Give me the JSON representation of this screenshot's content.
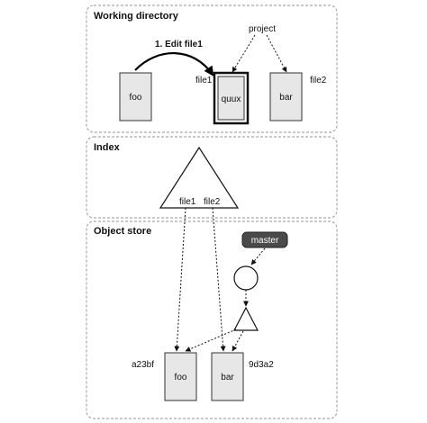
{
  "sections": {
    "working_directory": "Working directory",
    "index": "Index",
    "object_store": "Object store"
  },
  "working_directory": {
    "edit_step": "1. Edit file1",
    "files": {
      "foo": "foo",
      "quux": "quux",
      "bar": "bar"
    },
    "labels": {
      "file1": "file1",
      "file2": "file2",
      "project": "project"
    }
  },
  "index": {
    "entries": [
      "file1",
      "file2"
    ]
  },
  "object_store": {
    "ref": "master",
    "blobs": {
      "foo": "foo",
      "bar": "bar"
    },
    "hashes": {
      "foo": "a23bf",
      "bar": "9d3a2"
    }
  }
}
